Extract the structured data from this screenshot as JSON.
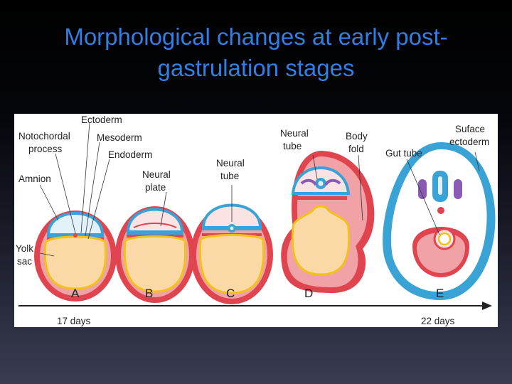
{
  "title": {
    "line1": "Morphological changes at early post-",
    "line2": "gastrulation stages"
  },
  "figure": {
    "labels": {
      "ectoderm": "Ectoderm",
      "notochordal_1": "Notochordal",
      "notochordal_2": "process",
      "mesoderm": "Mesoderm",
      "endoderm": "Endoderm",
      "amnion": "Amnion",
      "neural_plate_1": "Neural",
      "neural_plate_2": "plate",
      "neural_tube_c_1": "Neural",
      "neural_tube_c_2": "tube",
      "neural_tube_d_1": "Neural",
      "neural_tube_d_2": "tube",
      "body_fold_1": "Body",
      "body_fold_2": "fold",
      "gut_tube": "Gut tube",
      "surface_ectoderm_1": "Suface",
      "surface_ectoderm_2": "ectoderm",
      "yolk_sac_1": "Yolk",
      "yolk_sac_2": "sac"
    },
    "stages": [
      "A",
      "B",
      "C",
      "D",
      "E"
    ],
    "timeline": {
      "start": "17 days",
      "end": "22 days"
    }
  },
  "colors": {
    "title": "#2f7fe8",
    "outer_red": "#e0454f",
    "pink": "#f0a2a6",
    "ectoderm_blue": "#3aa3d6",
    "yolk": "#fbd9a6",
    "yolk_line": "#f2c218",
    "somite_purple": "#8a5bb5"
  }
}
